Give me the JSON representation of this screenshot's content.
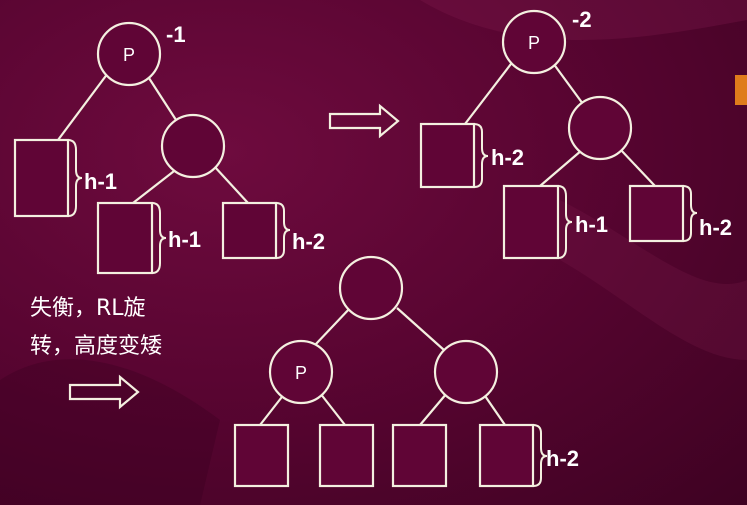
{
  "diagram_before": {
    "root": "P",
    "balance": "-1",
    "height_labels": [
      "h-1",
      "h-1",
      "h-2"
    ]
  },
  "diagram_after": {
    "root": "P",
    "balance": "-2",
    "height_labels": [
      "h-2",
      "h-1",
      "h-2"
    ]
  },
  "diagram_rotated": {
    "left_child": "P",
    "height_label": "h-2"
  },
  "caption": {
    "line1": "失衡，RL旋",
    "line2": "转，高度变矮"
  },
  "colors": {
    "background": "#5a0532",
    "stroke": "#f4f0e0",
    "text": "#ffffff"
  }
}
